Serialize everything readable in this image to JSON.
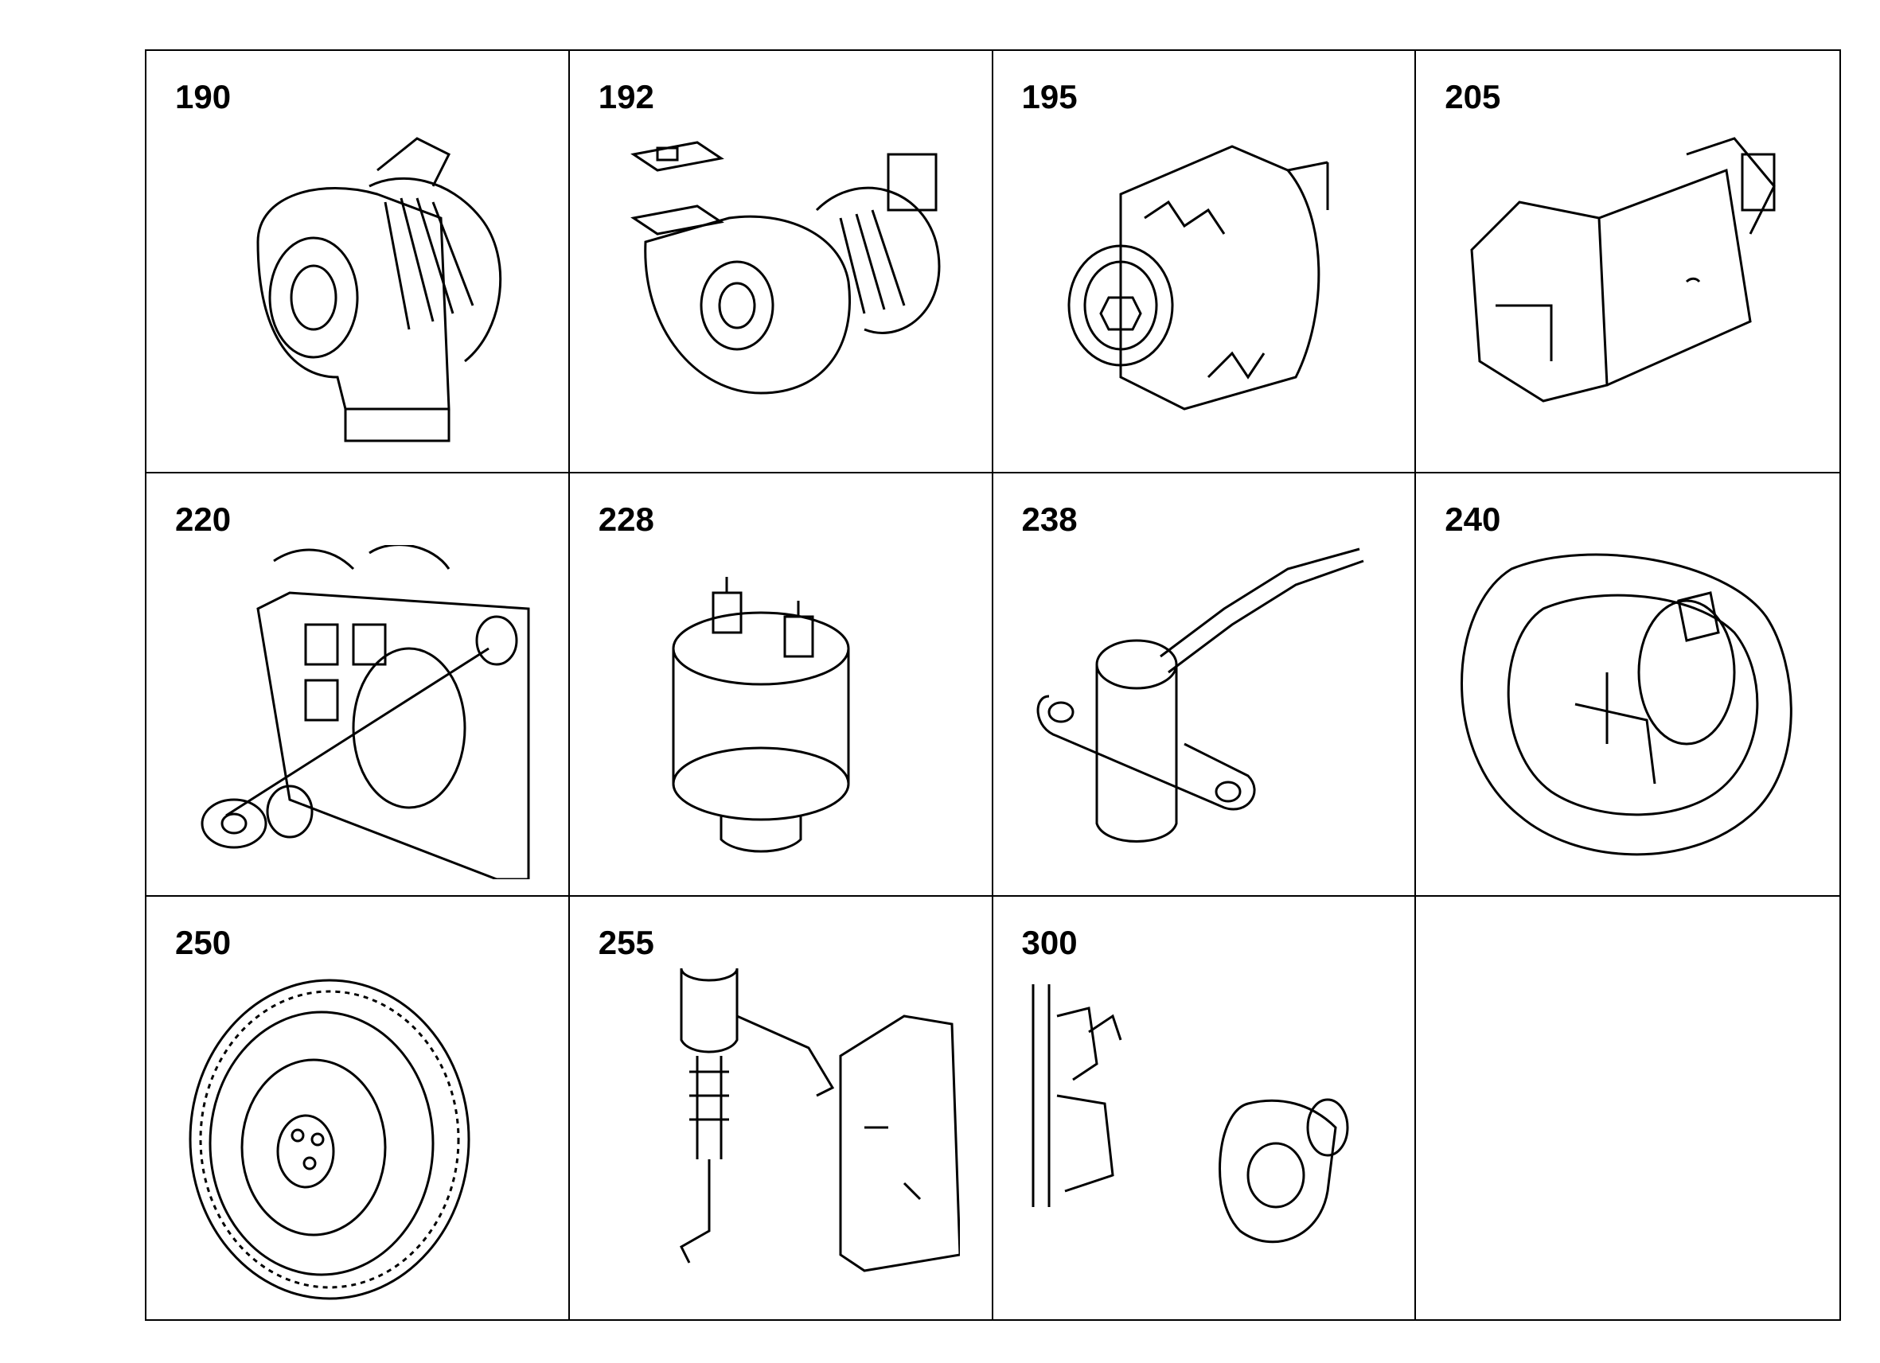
{
  "parts": [
    {
      "number": "190",
      "icon": "turbocharger-icon"
    },
    {
      "number": "192",
      "icon": "turbocharger-with-gaskets-icon"
    },
    {
      "number": "195",
      "icon": "alternator-icon"
    },
    {
      "number": "205",
      "icon": "starter-motor-icon"
    },
    {
      "number": "220",
      "icon": "crankshaft-seal-icon"
    },
    {
      "number": "228",
      "icon": "oil-pressure-sender-icon"
    },
    {
      "number": "238",
      "icon": "speed-sensor-icon"
    },
    {
      "number": "240",
      "icon": "flywheel-housing-icon"
    },
    {
      "number": "250",
      "icon": "flywheel-icon"
    },
    {
      "number": "255",
      "icon": "stop-solenoid-icon"
    },
    {
      "number": "300",
      "icon": "hydraulic-pump-drive-icon"
    }
  ]
}
